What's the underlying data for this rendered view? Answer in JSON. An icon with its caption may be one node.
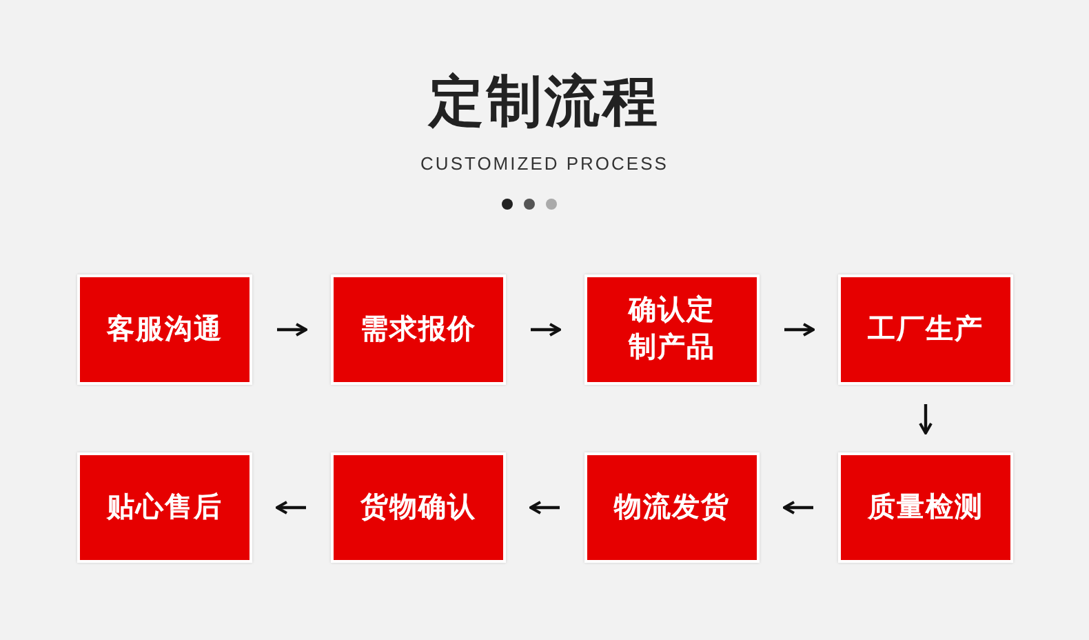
{
  "diagram": {
    "title": "定制流程",
    "nodes": [
      {
        "text": [
          "客服沟通"
        ]
      },
      {
        "text": [
          "需求报价"
        ]
      },
      {
        "text": [
          "确认定制产品"
        ]
      },
      {
        "text": [
          "工厂生产"
        ]
      },
      {
        "text": [
          "贴心售后"
        ]
      },
      {
        "text": [
          "货物确认"
        ]
      },
      {
        "text": [
          "物流发货"
        ]
      },
      {
        "text": [
          "质量检测"
        ]
      }
    ],
    "edges": [
      {
        "from": 0,
        "to": 1,
        "arrow": "to"
      },
      {
        "from": 1,
        "to": 2,
        "arrow": "to"
      },
      {
        "from": 2,
        "to": 3,
        "arrow": "to"
      },
      {
        "from": 3,
        "to": 7,
        "arrow": "to"
      },
      {
        "from": 7,
        "to": 6,
        "arrow": "to"
      },
      {
        "from": 6,
        "to": 5,
        "arrow": "to"
      },
      {
        "from": 5,
        "to": 4,
        "arrow": "to"
      }
    ],
    "labels": [
      "CUSTOMIZED PROCESS"
    ]
  }
}
